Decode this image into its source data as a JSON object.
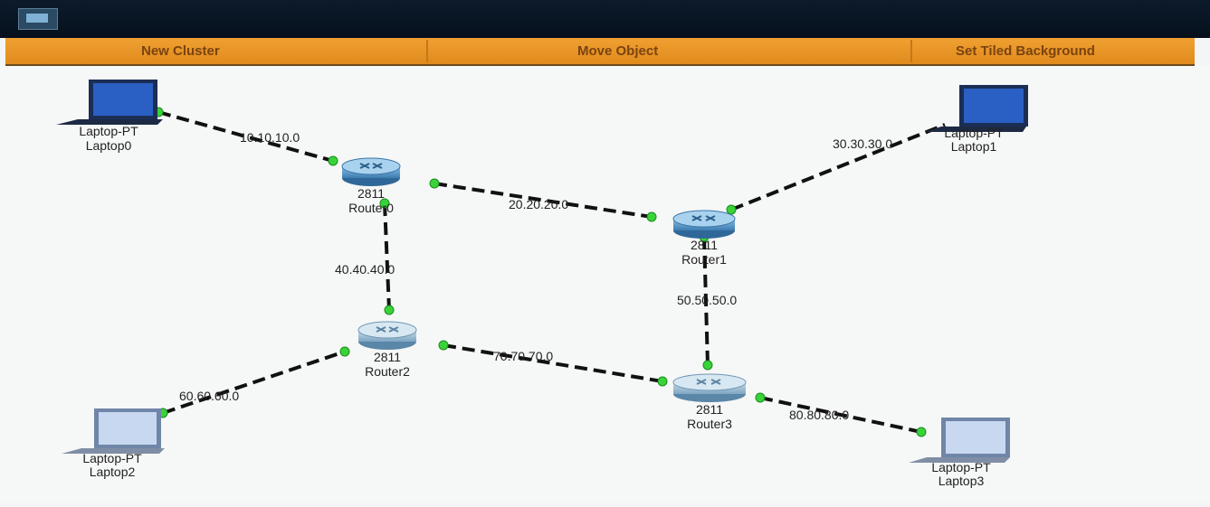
{
  "toolbar": {
    "new_cluster": "New Cluster",
    "move_object": "Move Object",
    "set_tiled_background": "Set Tiled Background"
  },
  "colors": {
    "toolbar": "#e8952a",
    "link": "#111111",
    "port_up": "#39d339",
    "router": "#4a8dc0",
    "laptop_screen": "#2a5fc4"
  },
  "devices": {
    "laptop0": {
      "model": "Laptop-PT",
      "name": "Laptop0"
    },
    "laptop1": {
      "model": "Laptop-PT",
      "name": "Laptop1"
    },
    "laptop2": {
      "model": "Laptop-PT",
      "name": "Laptop2"
    },
    "laptop3": {
      "model": "Laptop-PT",
      "name": "Laptop3"
    },
    "router0": {
      "model": "2811",
      "name": "Router0"
    },
    "router1": {
      "model": "2811",
      "name": "Router1"
    },
    "router2": {
      "model": "2811",
      "name": "Router2"
    },
    "router3": {
      "model": "2811",
      "name": "Router3"
    }
  },
  "networks": {
    "n1": "10.10.10.0",
    "n2": "20.20.20.0",
    "n3": "30.30.30.0",
    "n4": "40.40.40.0",
    "n5": "50.50.50.0",
    "n6": "60.60.60.0",
    "n7": "70.70.70.0",
    "n8": "80.80.80.0"
  }
}
